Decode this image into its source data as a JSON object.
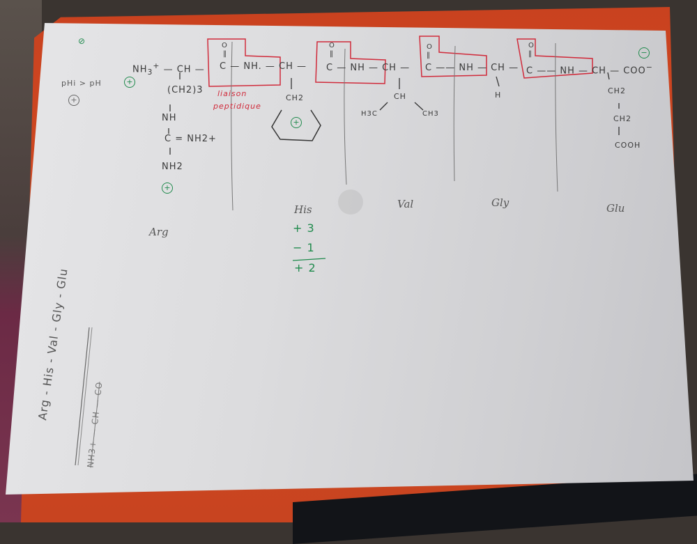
{
  "page": {
    "background_colors": {
      "folder": "#d24a22",
      "paper": "#e0e0e2",
      "ink": "#3a3a3a",
      "green_ink": "#1f8a4c",
      "red_ink": "#d02a3a"
    }
  },
  "notes": {
    "ph_note": "pHi > pH",
    "ph_charge": "+",
    "top_green_mark": "⊘"
  },
  "structure": {
    "n_terminus": "NH3+",
    "backbone": [
      "NH3+",
      "CH",
      "C",
      "NH",
      "CH",
      "C",
      "NH",
      "CH",
      "C",
      "NH",
      "CH",
      "C",
      "NH",
      "CH",
      "COO-"
    ],
    "carbonyl_oxygen": "O",
    "carbonyl_double_bond": "‖",
    "arg_side_chain": [
      "(CH2)3",
      "NH",
      "C = NH2+",
      "NH2"
    ],
    "his_side_chain": [
      "CH2",
      "imidazole ring"
    ],
    "val_side_chain": [
      "CH",
      "H3C",
      "CH3"
    ],
    "gly_side_chain": [
      "H"
    ],
    "glu_side_chain": [
      "CH2",
      "CH2",
      "COOH"
    ],
    "peptide_bond_label": [
      "liaison",
      "peptidique"
    ],
    "charges": {
      "n_term": "+",
      "arg": "+",
      "his": "+",
      "c_term": "−"
    }
  },
  "residue_labels": [
    "Arg",
    "His",
    "Val",
    "Gly",
    "Glu"
  ],
  "his_charge_sum": {
    "line1": "+ 3",
    "line2": "− 1",
    "result": "+ 2"
  },
  "sequence_note": "Arg - His - Val - Gly - Glu",
  "crossed_note": "NH3+ — CH — CO"
}
